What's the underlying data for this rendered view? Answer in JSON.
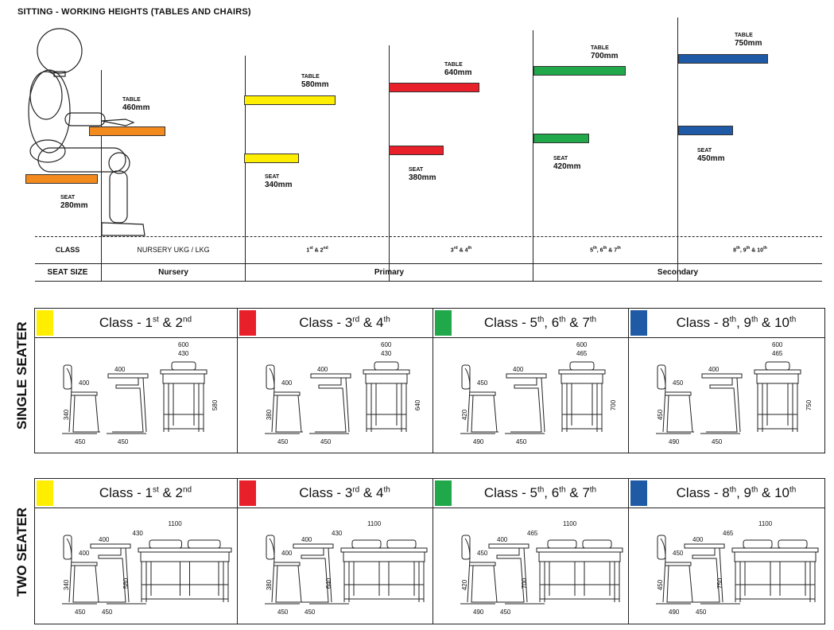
{
  "title": "SITTING - WORKING HEIGHTS (TABLES AND CHAIRS)",
  "colors": {
    "nursery": "#f28a1e",
    "c12": "#ffee00",
    "c34": "#e8202a",
    "c57": "#20a84a",
    "c810": "#1f5aa6"
  },
  "heights": [
    {
      "group": "nursery",
      "table_label": "TABLE",
      "table_value": "460mm",
      "seat_label": "SEAT",
      "seat_value": "280mm"
    },
    {
      "group": "c12",
      "table_label": "TABLE",
      "table_value": "580mm",
      "seat_label": "SEAT",
      "seat_value": "340mm"
    },
    {
      "group": "c34",
      "table_label": "TABLE",
      "table_value": "640mm",
      "seat_label": "SEAT",
      "seat_value": "380mm"
    },
    {
      "group": "c57",
      "table_label": "TABLE",
      "table_value": "700mm",
      "seat_label": "SEAT",
      "seat_value": "420mm"
    },
    {
      "group": "c810",
      "table_label": "TABLE",
      "table_value": "750mm",
      "seat_label": "SEAT",
      "seat_value": "450mm"
    }
  ],
  "table_rows": {
    "class_label": "CLASS",
    "seat_size_label": "SEAT SIZE",
    "classes": [
      "NURSERY UKG / LKG",
      "1st & 2nd",
      "3rd & 4th",
      "5th, 6th & 7th",
      "8th, 9th & 10th"
    ],
    "sizes": [
      "Nursery",
      "Primary",
      "Secondary"
    ]
  },
  "single": {
    "label": "SINGLE SEATER",
    "panels": [
      {
        "title_pre": "Class - 1",
        "s1": "st",
        "mid": " & 2",
        "s2": "nd",
        "s3": "",
        "end": "",
        "color": "#ffee00",
        "chair_w": "400",
        "chair_h": "340",
        "chair_d": "450",
        "side_w": "400",
        "side_d": "450",
        "front_w": "600",
        "front_i": "430",
        "front_h": "580"
      },
      {
        "title_pre": "Class - 3",
        "s1": "rd",
        "mid": " & 4",
        "s2": "th",
        "s3": "",
        "end": "",
        "color": "#e8202a",
        "chair_w": "400",
        "chair_h": "380",
        "chair_d": "450",
        "side_w": "400",
        "side_d": "450",
        "front_w": "600",
        "front_i": "430",
        "front_h": "640"
      },
      {
        "title_pre": "Class - 5",
        "s1": "th",
        "mid": ", 6",
        "s2": "th",
        "end": " & 7",
        "s3": "th",
        "color": "#20a84a",
        "chair_w": "450",
        "chair_h": "420",
        "chair_d": "490",
        "side_w": "400",
        "side_d": "450",
        "front_w": "600",
        "front_i": "465",
        "front_h": "700"
      },
      {
        "title_pre": "Class - 8",
        "s1": "th",
        "mid": ", 9",
        "s2": "th",
        "end": " & 10",
        "s3": "th",
        "color": "#1f5aa6",
        "chair_w": "450",
        "chair_h": "450",
        "chair_d": "490",
        "side_w": "400",
        "side_d": "450",
        "front_w": "600",
        "front_i": "465",
        "front_h": "750"
      }
    ]
  },
  "double": {
    "label": "TWO SEATER",
    "panels": [
      {
        "title_pre": "Class - 1",
        "s1": "st",
        "mid": " & 2",
        "s2": "nd",
        "s3": "",
        "end": "",
        "color": "#ffee00",
        "chair_w": "400",
        "chair_h": "340",
        "chair_d": "450",
        "side_w": "400",
        "side_h": "580",
        "side_d": "450",
        "front_w": "1100",
        "front_i": "430"
      },
      {
        "title_pre": "Class - 3",
        "s1": "rd",
        "mid": " & 4",
        "s2": "th",
        "s3": "",
        "end": "",
        "color": "#e8202a",
        "chair_w": "400",
        "chair_h": "380",
        "chair_d": "450",
        "side_w": "400",
        "side_h": "640",
        "side_d": "450",
        "front_w": "1100",
        "front_i": "430"
      },
      {
        "title_pre": "Class - 5",
        "s1": "th",
        "mid": ", 6",
        "s2": "th",
        "end": " & 7",
        "s3": "th",
        "color": "#20a84a",
        "chair_w": "450",
        "chair_h": "420",
        "chair_d": "490",
        "side_w": "400",
        "side_h": "700",
        "side_d": "450",
        "front_w": "1100",
        "front_i": "465"
      },
      {
        "title_pre": "Class - 8",
        "s1": "th",
        "mid": ", 9",
        "s2": "th",
        "end": " & 10",
        "s3": "th",
        "color": "#1f5aa6",
        "chair_w": "450",
        "chair_h": "450",
        "chair_d": "490",
        "side_w": "400",
        "side_h": "750",
        "side_d": "450",
        "front_w": "1100",
        "front_i": "465"
      }
    ]
  }
}
